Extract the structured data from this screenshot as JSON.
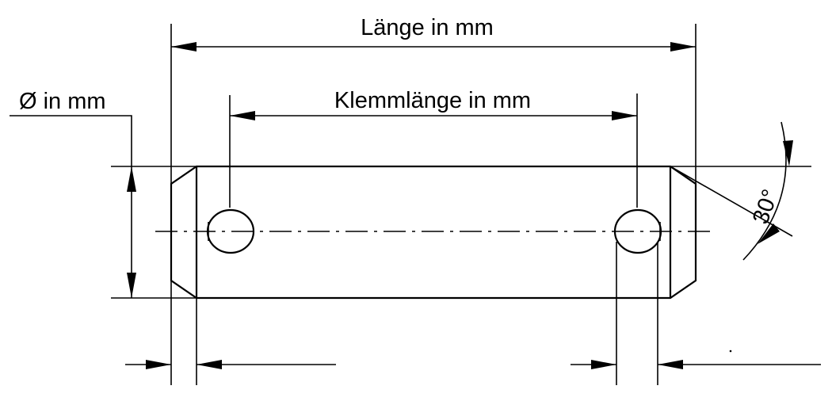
{
  "labels": {
    "length": "Länge in mm",
    "clamp_length": "Klemmlänge in mm",
    "diameter": "Ø in mm",
    "chamfer_angle": "30°"
  }
}
